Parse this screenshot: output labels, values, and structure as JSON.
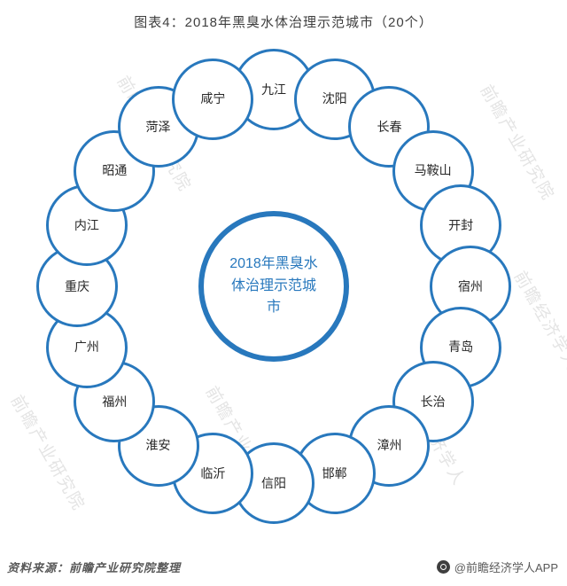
{
  "title": "图表4：2018年黑臭水体治理示范城市（20个）",
  "center": {
    "label": "2018年黑臭水体治理示范城市"
  },
  "ring": {
    "cities": [
      "九江",
      "沈阳",
      "长春",
      "马鞍山",
      "开封",
      "宿州",
      "青岛",
      "长治",
      "漳州",
      "邯郸",
      "信阳",
      "临沂",
      "淮安",
      "福州",
      "广州",
      "重庆",
      "内江",
      "昭通",
      "菏泽",
      "咸宁"
    ]
  },
  "colors": {
    "accent": "#2878BD",
    "label_text": "#262626"
  },
  "watermark": {
    "text": "前瞻产业研究院",
    "text_alt": "前瞻经济学人"
  },
  "footer": {
    "source": "资料来源：前瞻产业研究院整理",
    "brand": "@前瞻经济学人APP"
  }
}
